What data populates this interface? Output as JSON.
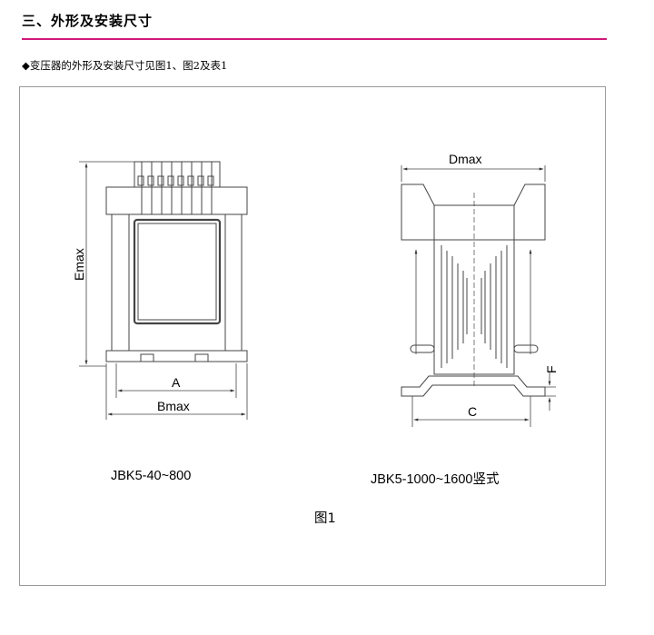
{
  "section": {
    "heading": "三、外形及安装尺寸"
  },
  "intro": {
    "text": "◆变压器的外形及安装尺寸见图1、图2及表1"
  },
  "figure": {
    "left_caption": "JBK5-40~800",
    "right_caption": "JBK5-1000~1600竖式",
    "figure_label": "图1",
    "dims": {
      "E": "Emax",
      "A": "A",
      "B": "Bmax",
      "D": "Dmax",
      "C": "C",
      "F": "F"
    }
  }
}
